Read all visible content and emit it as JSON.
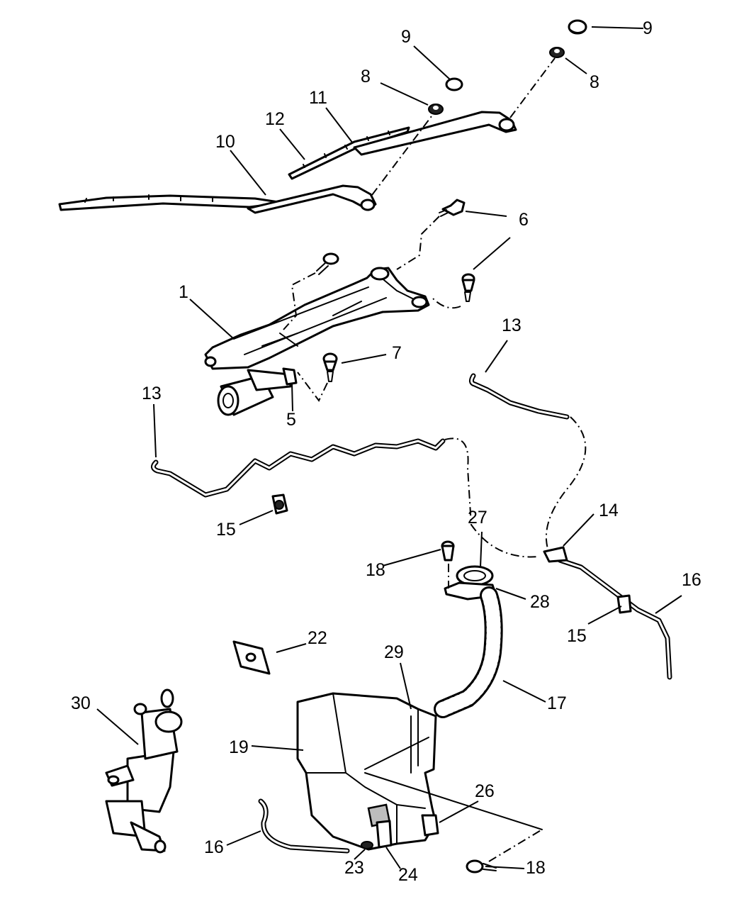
{
  "callouts": {
    "c1": "1",
    "c5": "5",
    "c6": "6",
    "c7": "7",
    "c8a": "8",
    "c8b": "8",
    "c9a": "9",
    "c9b": "9",
    "c10": "10",
    "c11": "11",
    "c12": "12",
    "c13a": "13",
    "c13b": "13",
    "c14": "14",
    "c15a": "15",
    "c15b": "15",
    "c16a": "16",
    "c16b": "16",
    "c17": "17",
    "c18a": "18",
    "c18b": "18",
    "c19": "19",
    "c22": "22",
    "c23": "23",
    "c24": "24",
    "c26": "26",
    "c27": "27",
    "c28": "28",
    "c29": "29",
    "c30": "30"
  }
}
